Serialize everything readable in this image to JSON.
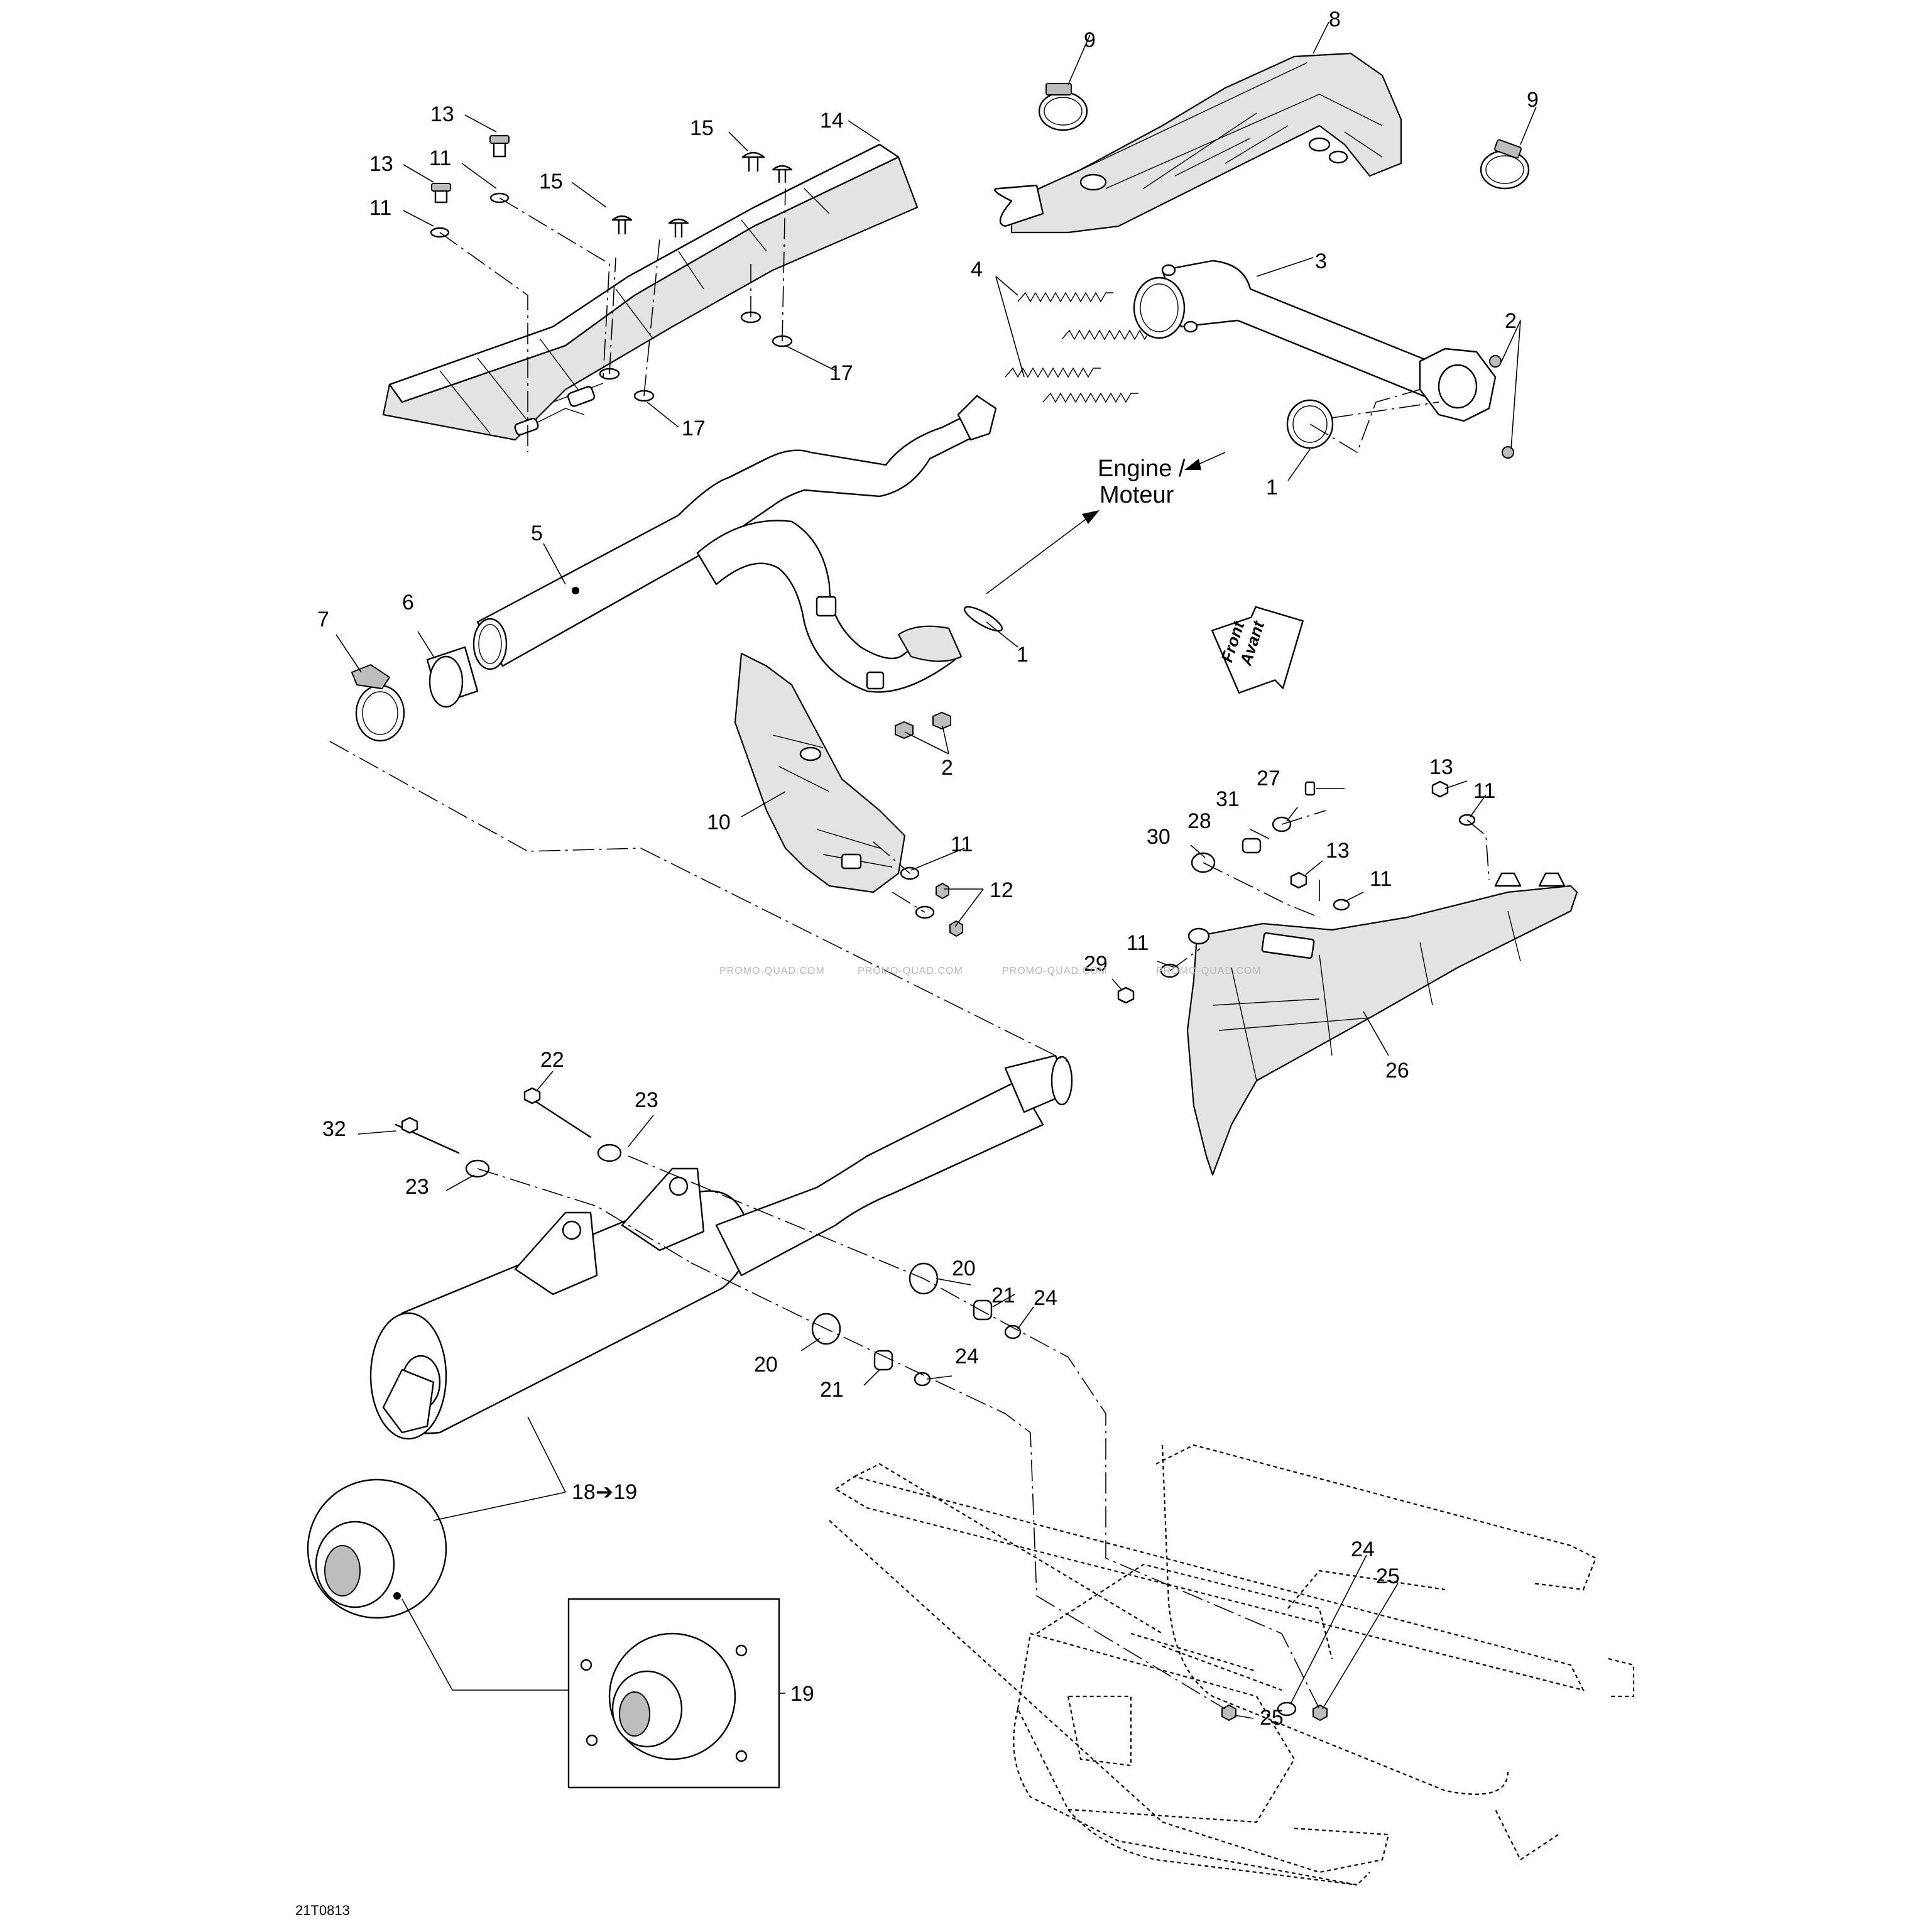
{
  "diagram": {
    "reference_code": "21T0813",
    "watermark": "PROMO-QUAD.COM",
    "front_badge": {
      "line1": "Front",
      "line2": "Avant"
    },
    "engine_note": {
      "line1": "Engine /",
      "line2": "Moteur"
    }
  },
  "callouts": {
    "c1a": "1",
    "c1b": "1",
    "c2a": "2",
    "c2b": "2",
    "c3": "3",
    "c4": "4",
    "c5": "5",
    "c6": "6",
    "c7": "7",
    "c8": "8",
    "c9a": "9",
    "c9b": "9",
    "c10": "10",
    "c11a": "11",
    "c11b": "11",
    "c11c": "11",
    "c11d": "11",
    "c11e": "11",
    "c11f": "11",
    "c12": "12",
    "c13a": "13",
    "c13b": "13",
    "c13c": "13",
    "c13d": "13",
    "c14": "14",
    "c15a": "15",
    "c15b": "15",
    "c17a": "17",
    "c17b": "17",
    "c18": "18➔19",
    "c19": "19",
    "c20a": "20",
    "c20b": "20",
    "c21a": "21",
    "c21b": "21",
    "c22": "22",
    "c23a": "23",
    "c23b": "23",
    "c24a": "24",
    "c24b": "24",
    "c24c": "24",
    "c25a": "25",
    "c25b": "25",
    "c26": "26",
    "c27": "27",
    "c28": "28",
    "c29": "29",
    "c30": "30",
    "c31": "31",
    "c32": "32"
  }
}
